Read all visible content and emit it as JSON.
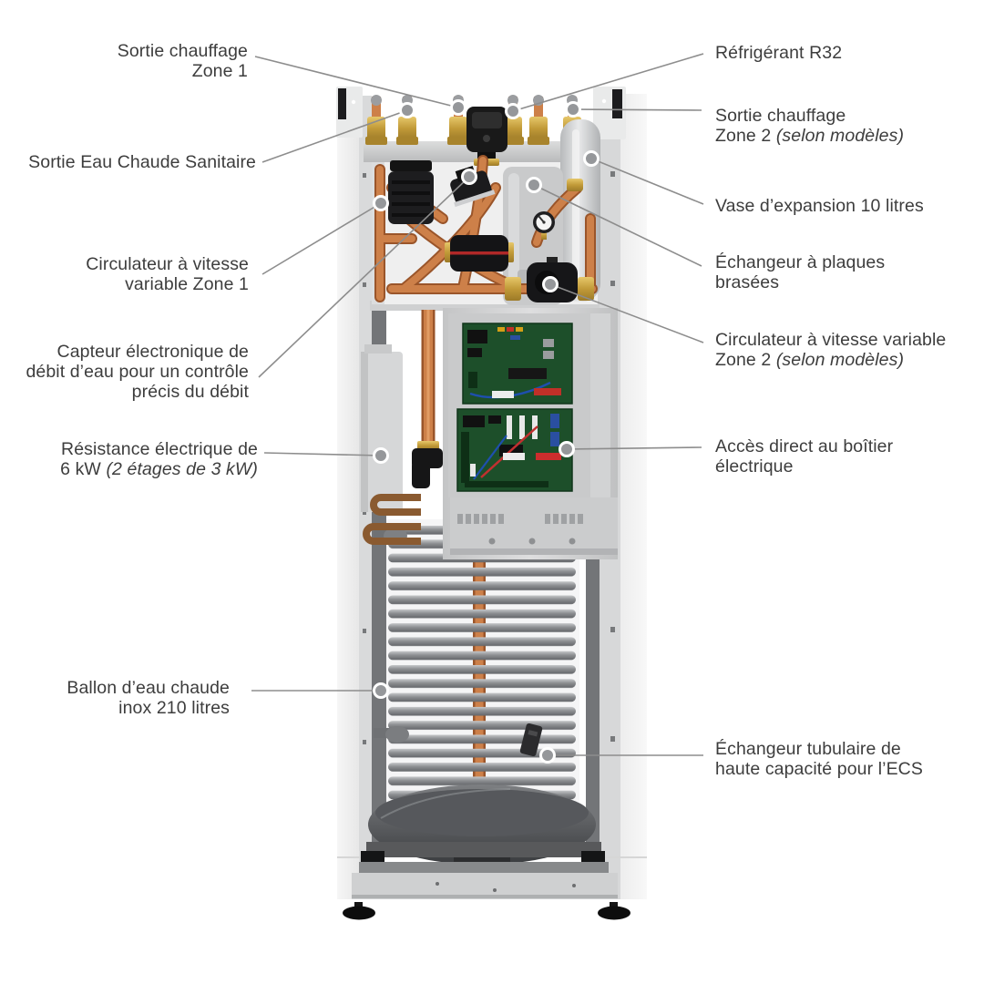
{
  "page": {
    "background": "#ffffff",
    "description": "Cutaway diagram of a heat pump indoor unit with integrated hot water tank, annotated in French"
  },
  "palette": {
    "label_text": "#3d3d3d",
    "leader_line": "#8d8d8d",
    "marker_fill": "#95979a",
    "marker_ring": "#ffffff",
    "copper": "#cd8049",
    "copper_dark": "#9a552a",
    "brass": "#c9a544",
    "pcb_green": "#1d4f2a",
    "coil_grey": "#8d8f92",
    "panel_white": "#f1f1f1",
    "panel_grey": "#d8d8d8",
    "frame_dark": "#6a6c6e",
    "black_part": "#1b1b1d",
    "red_stripe": "#b02828"
  },
  "labels_left": [
    {
      "id": "sortie-chauffage-zone1",
      "line1": "Sortie chauffage",
      "line2": "Zone 1"
    },
    {
      "id": "sortie-eau-chaude-sanitaire",
      "line1": "Sortie Eau Chaude Sanitaire"
    },
    {
      "id": "circulateur-zone1",
      "line1": "Circulateur à vitesse",
      "line2": "variable Zone 1"
    },
    {
      "id": "capteur-debit",
      "line1": "Capteur électronique de",
      "line2": "débit d’eau pour un contrôle",
      "line3": "précis du débit"
    },
    {
      "id": "resistance-electrique",
      "line1": "Résistance électrique de",
      "line2_plain": "6 kW ",
      "line2_italic": "(2 étages de 3 kW)"
    },
    {
      "id": "ballon-eau-chaude",
      "line1": "Ballon d’eau chaude",
      "line2": "inox 210 litres"
    }
  ],
  "labels_right": [
    {
      "id": "refrigerant-r32",
      "line1": "Réfrigérant R32"
    },
    {
      "id": "sortie-chauffage-zone2",
      "line1": "Sortie chauffage",
      "line2_plain": "Zone 2 ",
      "line2_italic": "(selon modèles)"
    },
    {
      "id": "vase-expansion",
      "line1": "Vase d’expansion 10 litres"
    },
    {
      "id": "echangeur-plaques",
      "line1": "Échangeur à plaques",
      "line2": "brasées"
    },
    {
      "id": "circulateur-zone2",
      "line1": "Circulateur à vitesse variable",
      "line2_plain": "Zone 2 ",
      "line2_italic": "(selon modèles)"
    },
    {
      "id": "acces-boitier",
      "line1": "Accès direct au boîtier",
      "line2": "électrique"
    },
    {
      "id": "echangeur-tubulaire",
      "line1": "Échangeur tubulaire de",
      "line2": "haute capacité pour l’ECS"
    }
  ]
}
